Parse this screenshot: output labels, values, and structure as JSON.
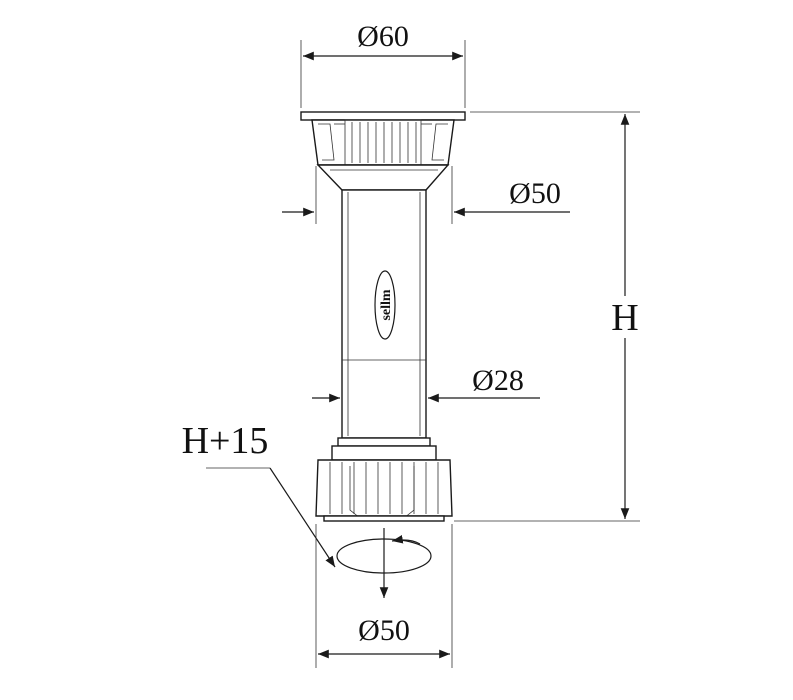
{
  "labels": {
    "top_diameter": "Ø60",
    "neck_diameter": "Ø50",
    "tube_diameter": "Ø28",
    "height": "H",
    "offset_height": "H+15",
    "base_diameter": "Ø50",
    "logo_text": "sellm"
  },
  "colors": {
    "line": "#1a1a1a",
    "background": "#ffffff"
  }
}
